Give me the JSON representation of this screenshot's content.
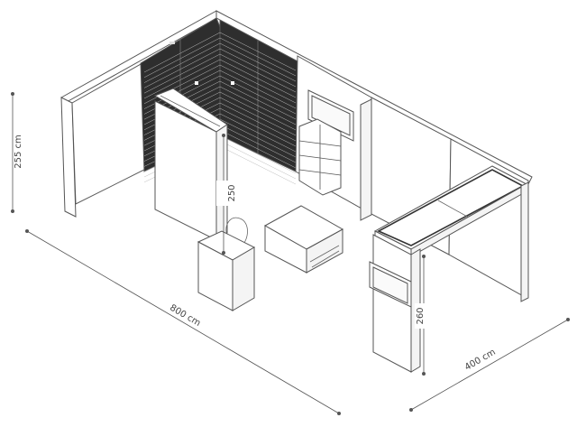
{
  "dimensions": {
    "height_wall": "255 cm",
    "width_total": "800 cm",
    "depth_total": "400 cm",
    "height_storage": "250",
    "height_counter_wall": "260"
  },
  "colors": {
    "line": "#555555",
    "slat_dark": "#3a3a3a",
    "background": "#ffffff"
  }
}
